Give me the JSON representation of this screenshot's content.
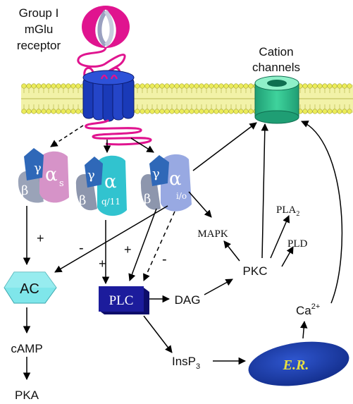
{
  "receptor": {
    "line1": "Group I",
    "line2": "mGlu",
    "line3": "receptor"
  },
  "channels": {
    "line1": "Cation",
    "line2": "channels"
  },
  "proteins": {
    "gs": {
      "gamma": "γ",
      "beta": "β",
      "alpha": "α",
      "sub": "s"
    },
    "gq": {
      "gamma": "γ",
      "beta": "β",
      "alpha": "α",
      "sub": "q/11"
    },
    "gi": {
      "gamma": "γ",
      "beta": "β",
      "alpha": "α",
      "sub": "i/o"
    }
  },
  "nodes": {
    "ac": "AC",
    "camp": "cAMP",
    "pka": "PKA",
    "plc": "PLC",
    "dag": "DAG",
    "insp3": "InsP",
    "insp3_sub": "3",
    "er": "E.R.",
    "ca": "Ca",
    "ca_sup": "2+",
    "pkc": "PKC",
    "mapk": "MAPK",
    "pla2": "PLA",
    "pla2_sub": "2",
    "pld": "PLD"
  },
  "signs": {
    "gs_to_ac": "+",
    "gi_to_ac": "-",
    "gq_to_plc": "+",
    "gi_to_plc_plus": "+",
    "gi_to_plc_minus": "-"
  },
  "colors": {
    "receptor_magenta": "#e0148f",
    "receptor_blue": "#1a3ab8",
    "membrane_yellow": "#ecec5a",
    "channel_green": "#2fbf8a",
    "gs_pink": "#d693c8",
    "gq_cyan": "#31c3cf",
    "gi_lavender": "#98a9e2",
    "gamma_blue": "#2f68b8",
    "beta_grey": "#8d96ad",
    "ac_cyan": "#7fe6ea",
    "plc_navy": "#1c1c9c",
    "er_blue": "#1e3aa8"
  }
}
